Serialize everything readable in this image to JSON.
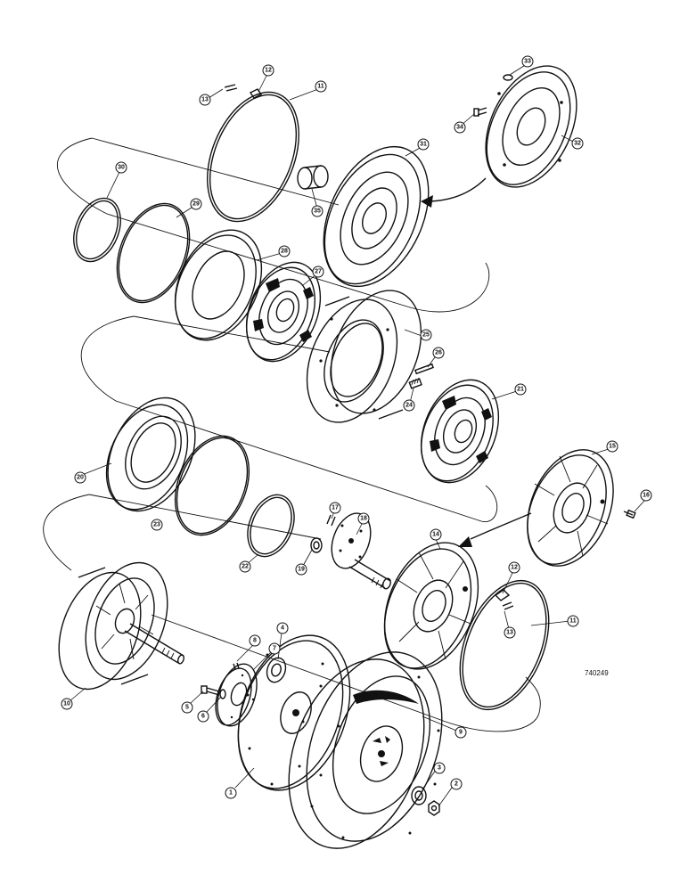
{
  "figure_number": "740249",
  "callouts": [
    "1",
    "2",
    "3",
    "4",
    "5",
    "6",
    "7",
    "8",
    "9",
    "10",
    "11",
    "11",
    "12",
    "12",
    "13",
    "13",
    "14",
    "15",
    "16",
    "17",
    "18",
    "19",
    "20",
    "21",
    "22",
    "23",
    "24",
    "25",
    "26",
    "27",
    "28",
    "29",
    "30",
    "31",
    "32",
    "33",
    "34",
    "35"
  ],
  "colors": {
    "line": "#111111",
    "background": "#ffffff"
  }
}
